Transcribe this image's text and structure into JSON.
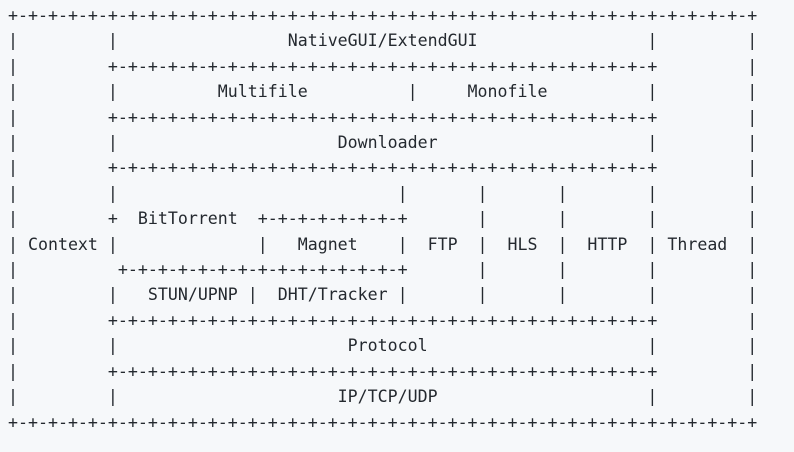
{
  "page": {
    "background_color": "#f6f8fa",
    "text_color": "#24292f"
  },
  "diagram": {
    "type": "ascii-architecture",
    "labels": [
      "NativeGUI/ExtendGUI",
      "Multifile",
      "Monofile",
      "Downloader",
      "BitTorrent",
      "Magnet",
      "FTP",
      "HLS",
      "HTTP",
      "Thread",
      "Context",
      "STUN/UPNP",
      "DHT/Tracker",
      "Protocol",
      "IP/TCP/UDP"
    ],
    "lines": [
      "+-+-+-+-+-+-+-+-+-+-+-+-+-+-+-+-+-+-+-+-+-+-+-+-+-+-+-+-+-+-+-+-+-+-+-+-+-+",
      "|         |                 NativeGUI/ExtendGUI                 |         |",
      "|         +-+-+-+-+-+-+-+-+-+-+-+-+-+-+-+-+-+-+-+-+-+-+-+-+-+-+-+         |",
      "|         |          Multifile          |     Monofile          |         |",
      "|         +-+-+-+-+-+-+-+-+-+-+-+-+-+-+-+-+-+-+-+-+-+-+-+-+-+-+-+         |",
      "|         |                      Downloader                     |         |",
      "|         +-+-+-+-+-+-+-+-+-+-+-+-+-+-+-+-+-+-+-+-+-+-+-+-+-+-+-+         |",
      "|         |                            |       |       |        |         |",
      "|         +  BitTorrent  +-+-+-+-+-+-+-+       |       |        |         |",
      "| Context |              |   Magnet    |  FTP  |  HLS  |  HTTP  | Thread  |",
      "|          +-+-+-+-+-+-+-+-+-+-+-+-+-+-+       |       |        |         |",
      "|         |   STUN/UPNP |  DHT/Tracker |       |       |        |         |",
      "|         +-+-+-+-+-+-+-+-+-+-+-+-+-+-+-+-+-+-+-+-+-+-+-+-+-+-+-+         |",
      "|         |                       Protocol                      |         |",
      "|         +-+-+-+-+-+-+-+-+-+-+-+-+-+-+-+-+-+-+-+-+-+-+-+-+-+-+-+         |",
      "|         |                      IP/TCP/UDP                     |         |",
      "+-+-+-+-+-+-+-+-+-+-+-+-+-+-+-+-+-+-+-+-+-+-+-+-+-+-+-+-+-+-+-+-+-+-+-+-+-+"
    ]
  }
}
